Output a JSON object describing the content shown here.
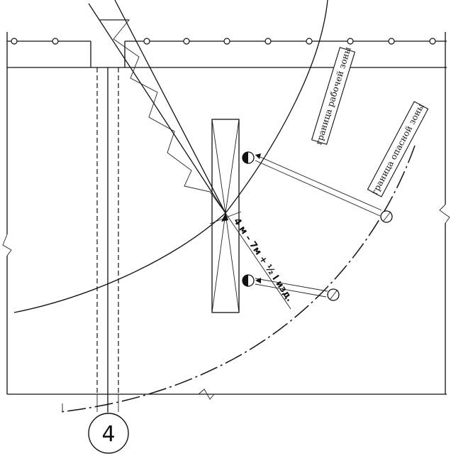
{
  "labels": {
    "working_zone": "граница рабочей зоны",
    "danger_zone": "граница опасной зоны",
    "dimension": "4 м – 7м + ½ l изд.",
    "axis": "4"
  }
}
